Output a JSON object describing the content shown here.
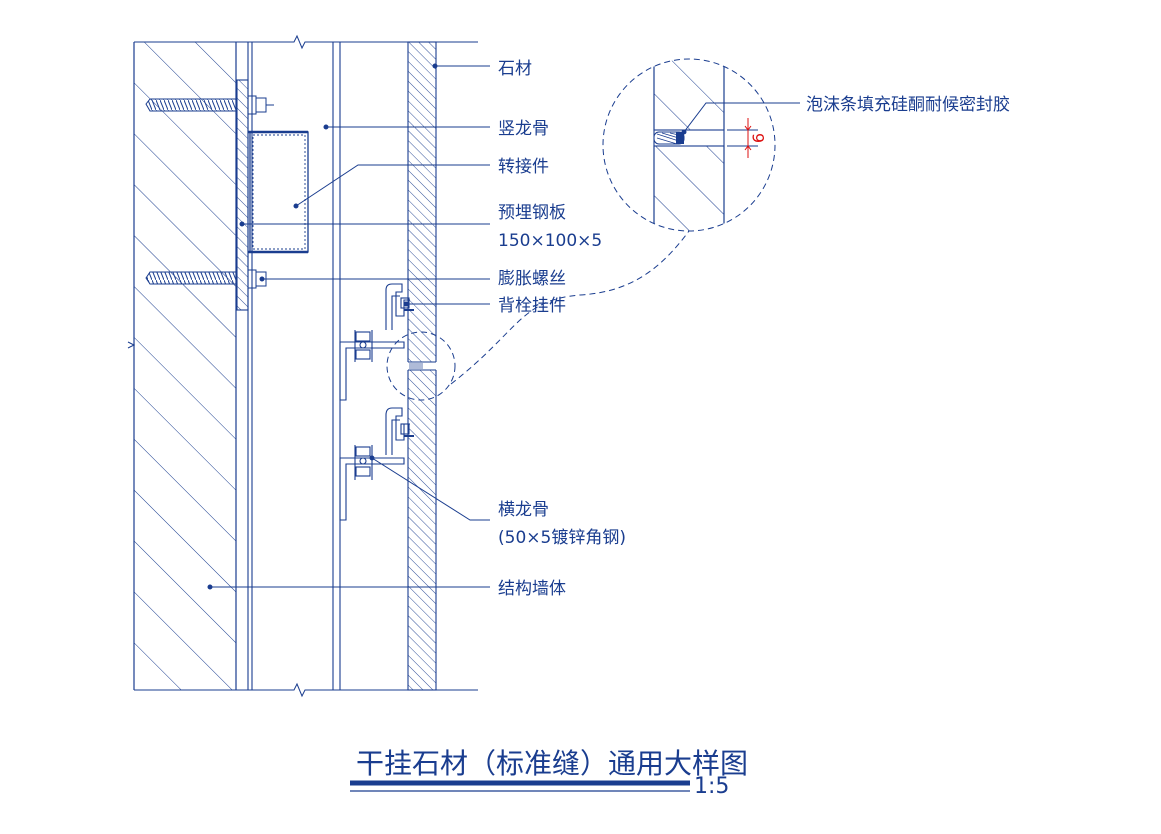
{
  "labels": {
    "stone": "石材",
    "vertical_keel": "竖龙骨",
    "adapter": "转接件",
    "embedded_plate": "预埋钢板",
    "embedded_plate_size": "150×100×5",
    "expansion_bolt": "膨胀螺丝",
    "back_bolt_hanger": "背栓挂件",
    "horizontal_keel": "横龙骨",
    "horizontal_keel_spec": "(50×5镀锌角钢)",
    "structural_wall": "结构墙体",
    "sealant": "泡沫条填充硅酮耐候密封胶"
  },
  "dimension": {
    "joint_width": "6"
  },
  "title": {
    "text": "干挂石材（标准缝）通用大样图",
    "scale": "1:5"
  },
  "colors": {
    "line": "#1a3d8f",
    "dimension": "#d11",
    "hatch": "#1a3d8f"
  }
}
